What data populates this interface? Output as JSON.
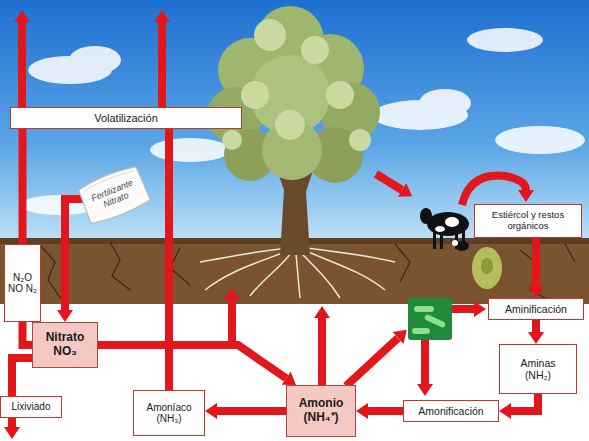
{
  "diagram": {
    "nodes": [
      {
        "text": [
          "Volatilización"
        ]
      },
      {
        "text": [
          "Fertilizante Nitrato"
        ]
      },
      {
        "text": [
          "N₂O NO N₂"
        ]
      },
      {
        "text": [
          "Nitrato",
          "NO₃"
        ]
      },
      {
        "text": [
          "Lixiviado"
        ]
      },
      {
        "text": [
          "Amoníaco",
          "(NH₃)"
        ]
      },
      {
        "text": [
          "Amonio",
          "(NH₄⁺)"
        ]
      },
      {
        "text": [
          "Amonificación"
        ]
      },
      {
        "text": [
          "Aminas",
          "(NH₂)"
        ]
      },
      {
        "text": [
          "Aminificación"
        ]
      },
      {
        "text": [
          "Estiércol y restos orgánicos"
        ]
      }
    ],
    "edges": [
      {
        "from": 3,
        "to": 2,
        "arrow": "none"
      },
      {
        "from": 2,
        "to": 0,
        "arrow": "none"
      },
      {
        "from": 5,
        "to": 0,
        "arrow": "none"
      },
      {
        "from": 1,
        "to": 3,
        "arrow": "to"
      },
      {
        "from": 3,
        "to": 4,
        "arrow": "none"
      },
      {
        "from": 3,
        "to": 6,
        "arrow": "to"
      },
      {
        "from": 6,
        "to": 5,
        "arrow": "to"
      },
      {
        "from": 7,
        "to": 6,
        "arrow": "to"
      },
      {
        "from": 8,
        "to": 7,
        "arrow": "to"
      },
      {
        "from": 9,
        "to": 8,
        "arrow": "to"
      },
      {
        "from": 10,
        "to": 9,
        "arrow": "to"
      }
    ]
  }
}
